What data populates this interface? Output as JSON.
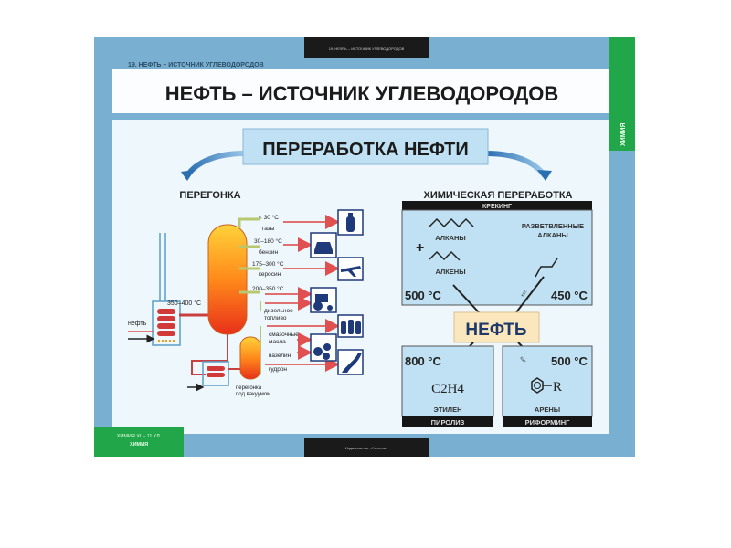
{
  "header": {
    "top_strip": "19. НЕФТЬ – ИСТОЧНИК УГЛЕВОДОРОДОВ",
    "subtitle": "19. НЕФТЬ – ИСТОЧНИК УГЛЕВОДОРОДОВ",
    "title": "НЕФТЬ – ИСТОЧНИК УГЛЕВОДОРОДОВ",
    "side_tab": "ХИМИЯ"
  },
  "main": {
    "center_title": "ПЕРЕРАБОТКА НЕФТИ",
    "left_heading": "ПЕРЕГОНКА",
    "right_heading": "ХИМИЧЕСКАЯ ПЕРЕРАБОТКА"
  },
  "distillation": {
    "feed_label": "нефть",
    "furnace_temp": "350–400 °C",
    "vacuum_label": [
      "перегонка",
      "под вакуумом"
    ],
    "fractions": [
      {
        "temp": "< 30 °C",
        "name": "газы",
        "icon": "gas-cylinder-icon"
      },
      {
        "temp": "30–180 °C",
        "name": "бензин",
        "icon": "car-icon"
      },
      {
        "temp": "175–300 °C",
        "name": "керосин",
        "icon": "airplane-icon"
      },
      {
        "temp": "200–350 °C",
        "name": "дизельное топливо",
        "icon": "tractor-icon"
      },
      {
        "name": "смазочные масла",
        "icon": "bottles-icon"
      },
      {
        "name": "вазелин",
        "icon": "gears-icon"
      },
      {
        "name": "гудрон",
        "icon": "road-icon"
      }
    ],
    "diesel_lines": [
      "дизельное",
      "топливо"
    ],
    "oil_lines": [
      "смазочные",
      "масла"
    ]
  },
  "chemical": {
    "cracking": {
      "label": "КРЕКИНГ",
      "alkanes": "АЛКАНЫ",
      "alkenes": "АЛКЕНЫ",
      "plus": "+",
      "branched": [
        "РАЗВЕТВЛЕННЫЕ",
        "АЛКАНЫ"
      ],
      "temp_left": "500 °C",
      "temp_right": "450 °C",
      "catalyst": "кат."
    },
    "center": "НЕФТЬ",
    "pyrolysis": {
      "label": "ПИРОЛИЗ",
      "temp": "800 °C",
      "formula": "C2H4",
      "product": "ЭТИЛЕН"
    },
    "reforming": {
      "label": "РИФОРМИНГ",
      "temp": "500 °C",
      "formula": "R",
      "product": "АРЕНЫ",
      "catalyst": "кат."
    }
  },
  "footer": {
    "left_badge": [
      "ХИМИЯ XI – 11 КЛ.",
      "ХИМИЯ"
    ],
    "bottom_strip": "Издательство «Учитель»"
  }
}
